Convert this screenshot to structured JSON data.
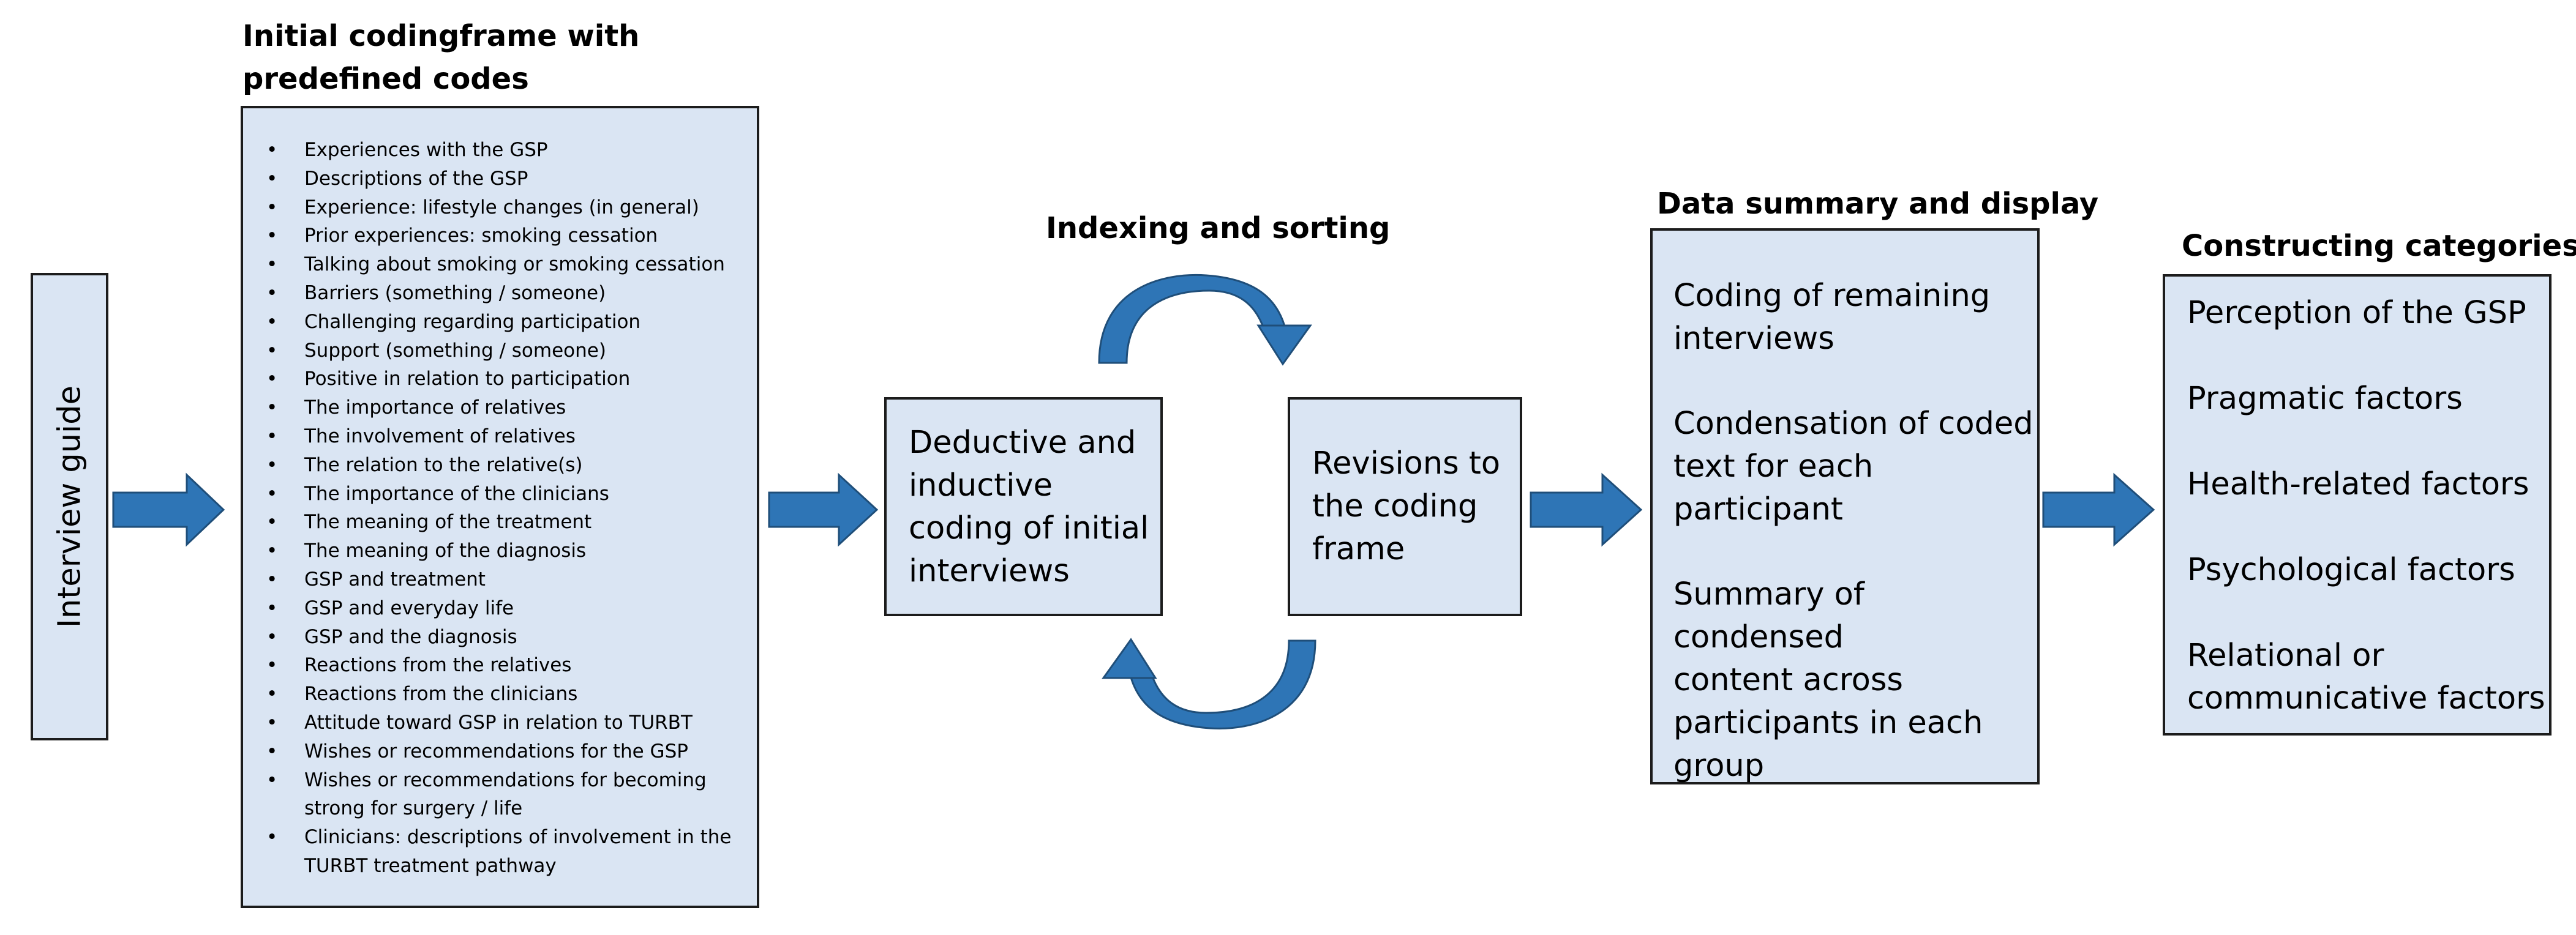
{
  "colors": {
    "box_fill": "#dae5f3",
    "box_border": "#1c1c1c",
    "arrow_fill": "#2e75b6",
    "arrow_dark": "#1f4e79"
  },
  "interview_guide": {
    "label": "Interview guide"
  },
  "coding_frame": {
    "heading": "Initial codingframe with predefined codes",
    "codes": [
      "Experiences with the GSP",
      "Descriptions of the GSP",
      "Experience: lifestyle changes (in general)",
      "Prior experiences: smoking cessation",
      "Talking about smoking or smoking cessation",
      "Barriers (something / someone)",
      "Challenging regarding participation",
      "Support (something / someone)",
      "Positive in relation to participation",
      "The importance of relatives",
      "The involvement of relatives",
      "The relation to the relative(s)",
      "The importance of the clinicians",
      "The meaning of the treatment",
      "The meaning of the diagnosis",
      "GSP and treatment",
      "GSP and everyday life",
      "GSP and the diagnosis",
      "Reactions from the relatives",
      "Reactions from the clinicians",
      "Attitude toward GSP in relation to TURBT",
      "Wishes or recommendations for the GSP",
      "Wishes or recommendations for becoming strong for surgery / life",
      "Clinicians: descriptions of involvement in the TURBT treatment pathway"
    ]
  },
  "indexing": {
    "heading": "Indexing and sorting",
    "deductive": "Deductive and\ninductive\ncoding of initial\ninterviews",
    "revisions": "Revisions to\nthe coding\nframe"
  },
  "summary": {
    "heading": "Data summary and display",
    "steps": [
      "Coding of remaining\ninterviews",
      "Condensation of coded\ntext for each\nparticipant",
      "Summary of condensed\ncontent across\nparticipants in each\ngroup"
    ]
  },
  "categories": {
    "heading": "Constructing categories",
    "items": [
      "Perception of the GSP",
      "Pragmatic factors",
      "Health-related factors",
      "Psychological factors",
      "Relational or\ncommunicative factors"
    ]
  }
}
